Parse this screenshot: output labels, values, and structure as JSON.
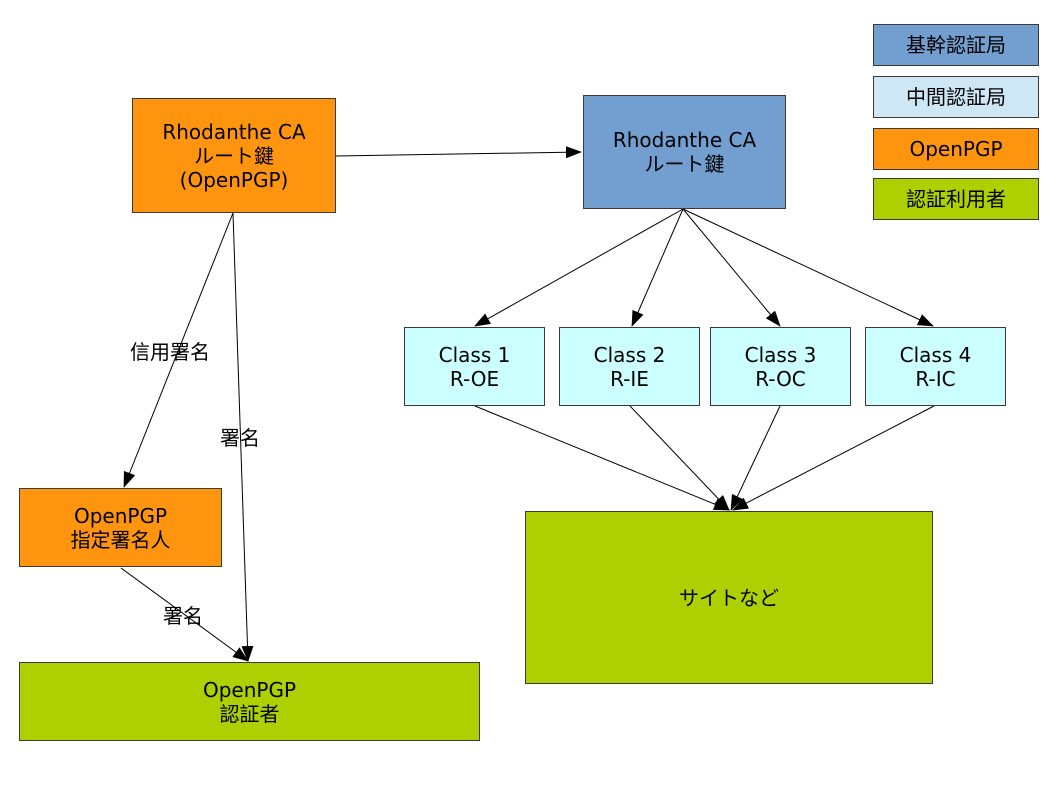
{
  "legend": {
    "root_ca": "基幹認証局",
    "intermediate_ca": "中間認証局",
    "openpgp": "OpenPGP",
    "cert_user": "認証利用者"
  },
  "nodes": {
    "pgp_root": {
      "line1": "Rhodanthe CA",
      "line2": "ルート鍵",
      "line3": "(OpenPGP)"
    },
    "ca_root": {
      "line1": "Rhodanthe CA",
      "line2": "ルート鍵"
    },
    "class1": {
      "line1": "Class 1",
      "line2": "R-OE"
    },
    "class2": {
      "line1": "Class 2",
      "line2": "R-IE"
    },
    "class3": {
      "line1": "Class 3",
      "line2": "R-OC"
    },
    "class4": {
      "line1": "Class 4",
      "line2": "R-IC"
    },
    "pgp_signer": {
      "line1": "OpenPGP",
      "line2": "指定署名人"
    },
    "pgp_certifier": {
      "line1": "OpenPGP",
      "line2": "認証者"
    },
    "sites": {
      "line1": "サイトなど"
    }
  },
  "edge_labels": {
    "trust_signature": "信用署名",
    "signature_root": "署名",
    "signature_signer": "署名"
  },
  "colors": {
    "orange": "#ff950e",
    "blue": "#729fcf",
    "cyan": "#ccffff",
    "light_blue": "#cfe7f5",
    "green": "#aecf00"
  }
}
